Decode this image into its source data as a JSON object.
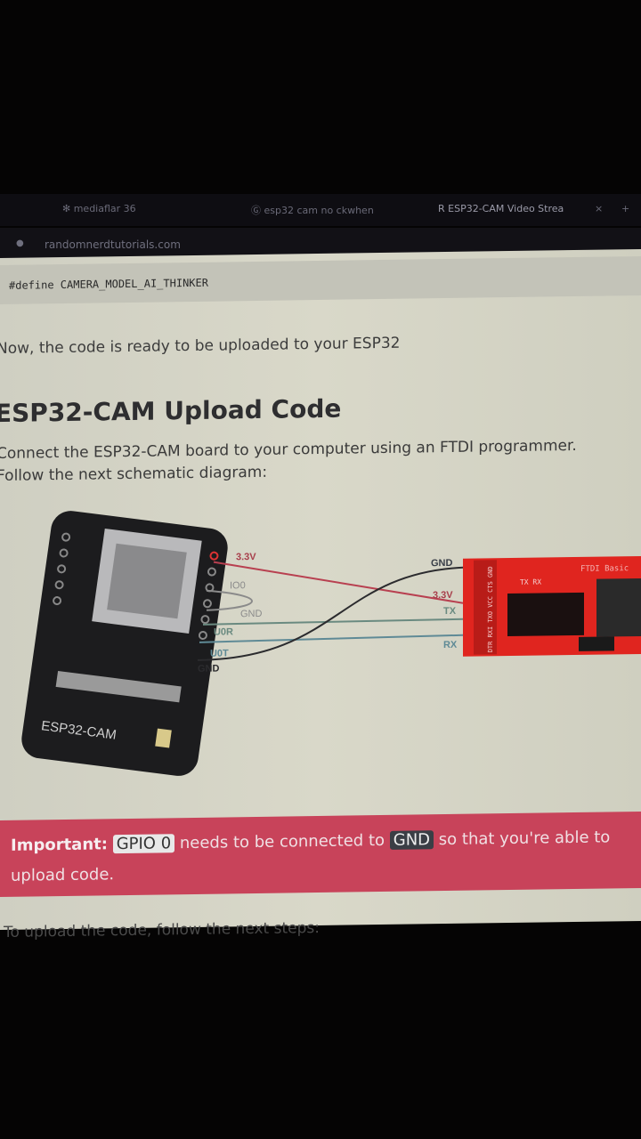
{
  "browser": {
    "tabs": [
      {
        "label": "mediaflar 36",
        "icon": "loading-icon"
      },
      {
        "label": "esp32 cam no ckwhen",
        "icon": "google-icon"
      },
      {
        "label": "ESP32-CAM Video Strea",
        "icon": "rnt-icon"
      }
    ],
    "close_tab": "×",
    "new_tab": "+",
    "url": "randomnerdtutorials.com"
  },
  "article": {
    "code_line": "#define CAMERA_MODEL_AI_THINKER",
    "ready_text": "Now, the code is ready to be uploaded to your ESP32",
    "heading": "ESP32-CAM Upload Code",
    "intro_line1": "Connect the ESP32-CAM board to your computer using an FTDI programmer.",
    "intro_line2": "Follow the next schematic diagram:",
    "diagram": {
      "board_label": "ESP32-CAM",
      "ftdi_label": "FTDI Basic",
      "ftdi_leds": "TX RX",
      "wires": {
        "v33_left": "3.3V",
        "io0": "IO0",
        "gnd_loop": "GND",
        "u0r": "U0R",
        "u0t": "U0T",
        "gnd_left": "GND",
        "gnd_right": "GND",
        "v33_right": "3.3V",
        "tx": "TX",
        "rx": "RX"
      },
      "ftdi_pins": "DTR RXI TXO VCC CTS GND"
    },
    "alert": {
      "strong": "Important:",
      "tag1": "GPIO 0",
      "mid": "needs to be connected to",
      "tag2": "GND",
      "end": "so that you're able to",
      "line2": "upload code."
    },
    "steps_intro": "To upload the code, follow the next steps:"
  }
}
